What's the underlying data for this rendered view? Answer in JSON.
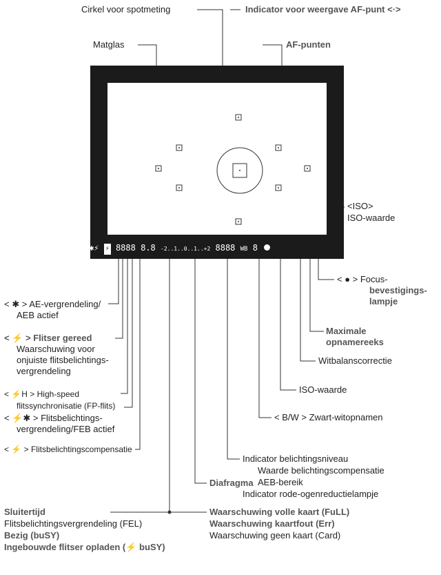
{
  "top_labels": {
    "spot_circle": "Cirkel voor spotmeting",
    "af_display_indicator": "Indicator voor weergave AF-punt <·>",
    "matte_screen": "Matglas",
    "af_points": "AF-punten"
  },
  "iso_label": {
    "line1": "<ISO>",
    "line2": "ISO-waarde"
  },
  "lcd": {
    "icons": "✱⚡",
    "fel_icon": "⚡",
    "shutter": "8888",
    "aperture": "8.8",
    "scale": "-2..1..0..1..+2",
    "iso_value": "8888",
    "wb": "WB",
    "max_burst": "8"
  },
  "left_labels": {
    "ae_lock_a": "< ✱ > AE-vergrendeling/",
    "ae_lock_b": "AEB actief",
    "flash_ready": "< ⚡ > Flitser gereed",
    "flash_warning_a": "Waarschuwing voor",
    "flash_warning_b": "onjuiste flitsbelichtings-",
    "flash_warning_c": "vergrendeling",
    "high_speed_a": "< ⚡H > High-speed",
    "high_speed_b": "flitssynchronisatie (FP-flits)",
    "fe_lock_a": "< ⚡✱ > Flitsbelichtings-",
    "fe_lock_b": "vergrendeling/FEB actief",
    "flash_comp": "< ⚡ > Flitsbelichtingscompensatie"
  },
  "right_labels": {
    "focus_a": "< ● > Focus-",
    "focus_b": "bevestigings-",
    "focus_c": "lampje",
    "max_burst_a": "Maximale",
    "max_burst_b": "opnamereeks",
    "wb_correction": "Witbalanscorrectie",
    "iso_value": "ISO-waarde",
    "bw": "< B/W > Zwart-witopnamen"
  },
  "exposure": {
    "line1": "Indicator belichtingsniveau",
    "line2": "Waarde belichtingscompensatie",
    "line3": "AEB-bereik",
    "line4": "Indicator rode-ogenreductielampje"
  },
  "aperture_label": "Diafragma",
  "bottom_left": {
    "l1": "Sluitertijd",
    "l2": "Flitsbelichtingsvergrendeling (FEL)",
    "l3": "Bezig (buSY)",
    "l4": "Ingebouwde flitser opladen (⚡ buSY)"
  },
  "bottom_right": {
    "l1": "Waarschuwing volle kaart (FuLL)",
    "l2": "Waarschuwing kaartfout (Err)",
    "l3": "Waarschuwing geen kaart (Card)"
  }
}
